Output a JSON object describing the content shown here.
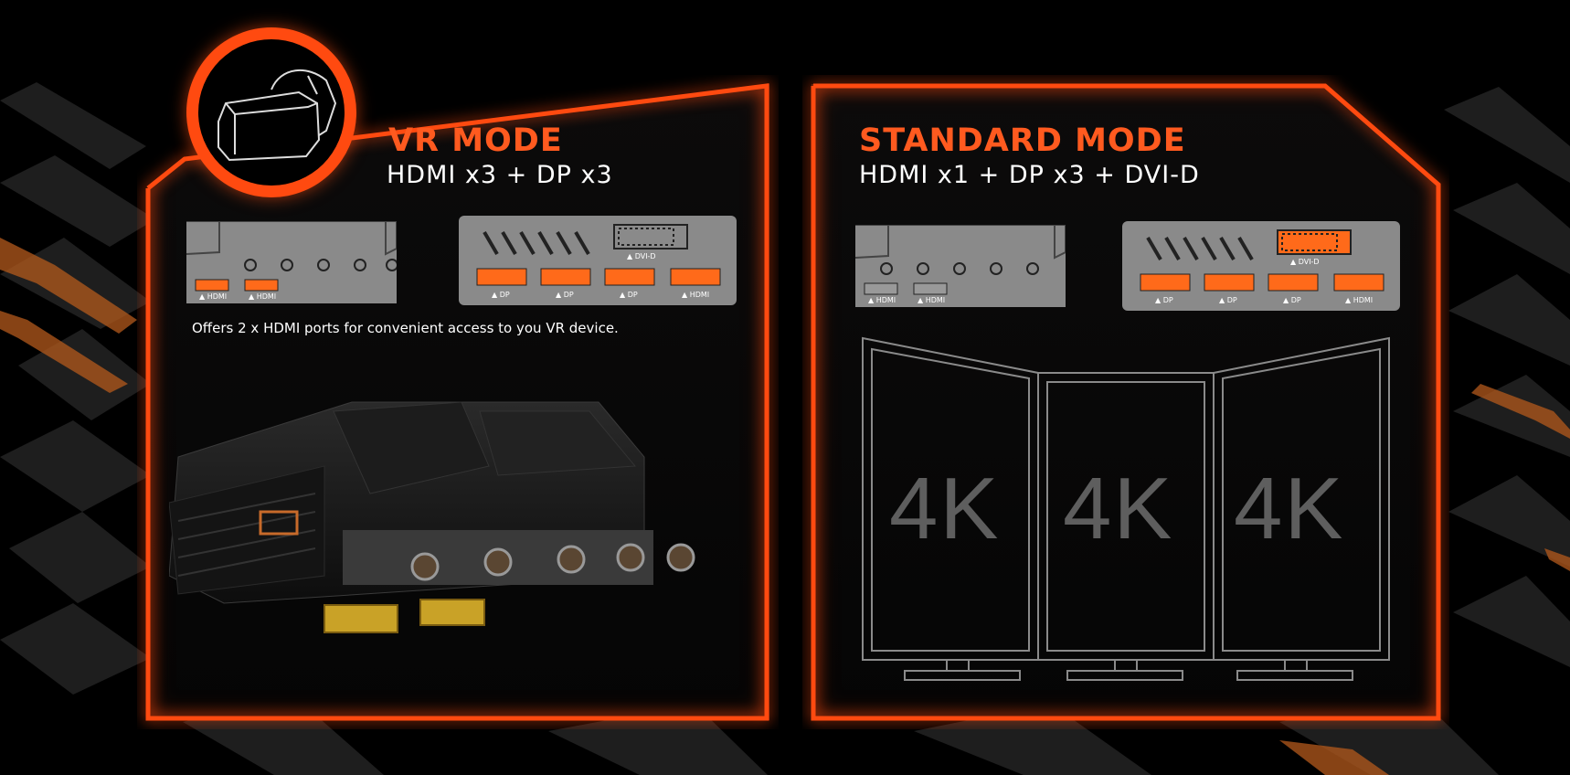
{
  "vr_mode": {
    "title": "VR MODE",
    "subtitle": "HDMI x3 + DP x3",
    "description": "Offers 2 x HDMI ports for convenient access to you VR device.",
    "front_ports": [
      "▲ HDMI",
      "▲ HDMI"
    ],
    "rear_dvi_label": "▲ DVI-D",
    "rear_ports": [
      "▲ DP",
      "▲ DP",
      "▲ DP",
      "▲ HDMI"
    ]
  },
  "standard_mode": {
    "title": "STANDARD MODE",
    "subtitle": "HDMI x1 + DP x3 + DVI-D",
    "front_ports": [
      "▲ HDMI",
      "▲ HDMI"
    ],
    "rear_dvi_label": "▲ DVI-D",
    "rear_ports": [
      "▲ DP",
      "▲ DP",
      "▲ DP",
      "▲ HDMI"
    ],
    "monitors": [
      "4K",
      "4K",
      "4K"
    ]
  },
  "colors": {
    "accent": "#ff4a10",
    "plate": "#8a8a8a",
    "port_orange": "#ff6a1a"
  },
  "icons": [
    "vr-headset-icon",
    "graphics-card-image",
    "monitor-icon"
  ]
}
